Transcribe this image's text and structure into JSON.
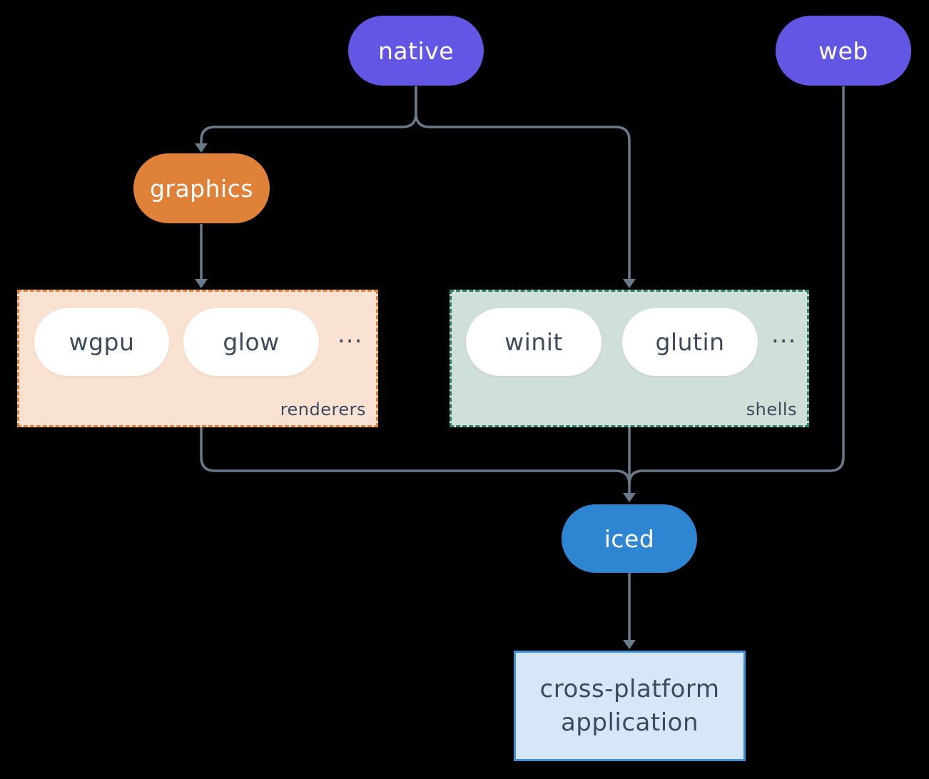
{
  "diagram": {
    "background": "#000000",
    "connector_color": "#697a8b",
    "text_color_dark": "#3b4a5c"
  },
  "nodes": {
    "native": {
      "label": "native",
      "color": "#6456e4",
      "text_color": "#ffffff"
    },
    "web": {
      "label": "web",
      "color": "#6456e4",
      "text_color": "#ffffff"
    },
    "graphics": {
      "label": "graphics",
      "color": "#e0813a",
      "text_color": "#ffffff"
    },
    "iced": {
      "label": "iced",
      "color": "#2e86d3",
      "text_color": "#ffffff"
    },
    "application": {
      "label": "cross-platform application",
      "fill": "#d6e7f8",
      "border_color": "#3e90db"
    }
  },
  "groups": {
    "renderers": {
      "label": "renderers",
      "ellipsis": "...",
      "fill": "#f9e2d2",
      "border_color": "#e0813a",
      "items": [
        "wgpu",
        "glow"
      ]
    },
    "shells": {
      "label": "shells",
      "ellipsis": "...",
      "fill": "#cfe0d9",
      "border_color": "#2e7d6d",
      "items": [
        "winit",
        "glutin"
      ]
    }
  },
  "edges": [
    {
      "from": "native",
      "to": "graphics"
    },
    {
      "from": "native",
      "to": "shells"
    },
    {
      "from": "graphics",
      "to": "renderers"
    },
    {
      "from": "renderers",
      "to": "iced"
    },
    {
      "from": "shells",
      "to": "iced"
    },
    {
      "from": "web",
      "to": "iced"
    },
    {
      "from": "iced",
      "to": "application"
    }
  ]
}
